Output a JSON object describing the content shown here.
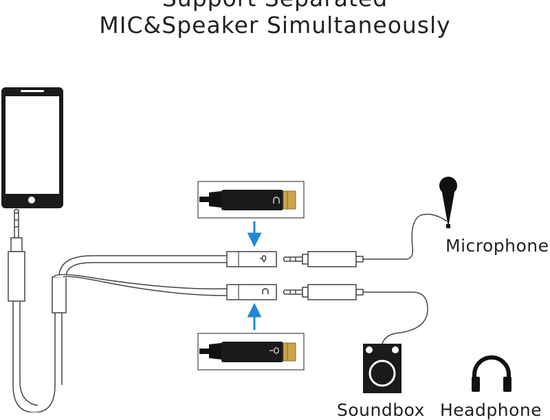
{
  "title": {
    "line1": "Support Separated",
    "line2": "MIC&Speaker Simultaneously"
  },
  "labels": {
    "microphone": "Microphone",
    "soundbox": "Soundbox",
    "headphone": "Headphone"
  },
  "colors": {
    "arrow": "#1e88d6",
    "jack_body": "#111111",
    "gold": "#c9a54a",
    "outline": "#444444"
  },
  "icons": {
    "mic_port": "microphone-icon",
    "headphone_port": "headphone-icon"
  }
}
